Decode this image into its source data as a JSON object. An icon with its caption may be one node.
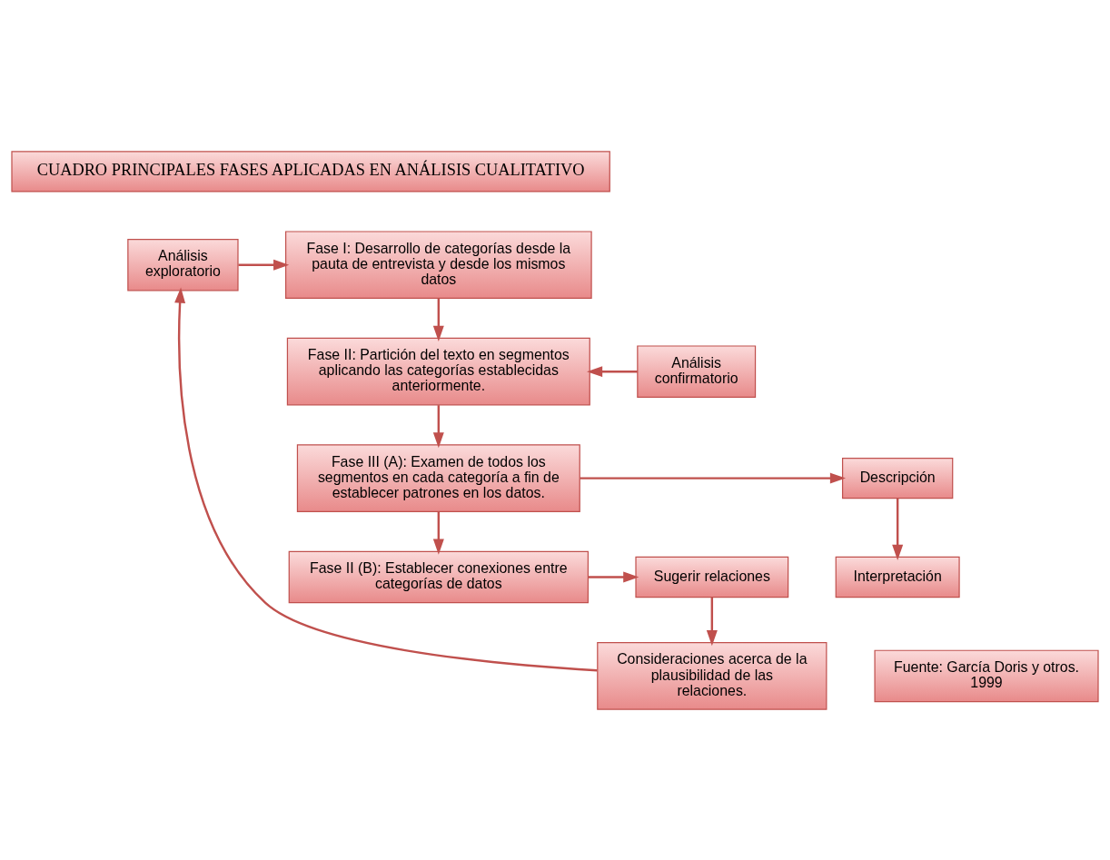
{
  "diagram": {
    "nodes": [
      {
        "text": [
          "CUADRO PRINCIPALES FASES APLICADAS EN ANÁLISIS CUALITATIVO"
        ]
      },
      {
        "text": [
          "Análisis exploratorio"
        ]
      },
      {
        "text": [
          "Fase I: Desarrollo de categorías desde la pauta de entrevista y desde los mismos datos"
        ]
      },
      {
        "text": [
          "Fase II: Partición del texto en segmentos aplicando las categorías establecidas anteriormente."
        ]
      },
      {
        "text": [
          "Análisis confirmatorio"
        ]
      },
      {
        "text": [
          "Descripción"
        ]
      },
      {
        "text": [
          "Fase III (A): Examen de todos los segmentos en cada categoría a fin de establecer patrones en los datos."
        ]
      },
      {
        "text": [
          "Interpretación"
        ]
      },
      {
        "text": [
          "Fase II (B): Establecer conexiones entre categorías de datos"
        ]
      },
      {
        "text": [
          "Sugerir relaciones"
        ]
      },
      {
        "text": [
          "Fuente: García Doris y otros. 1999"
        ]
      },
      {
        "text": [
          "Consideraciones acerca de la plausibilidad de las relaciones."
        ]
      }
    ],
    "edges": [
      {
        "from": 1,
        "to": 2,
        "arrow": "to"
      },
      {
        "from": 2,
        "to": 3,
        "arrow": "to"
      },
      {
        "from": 4,
        "to": 3,
        "arrow": "to"
      },
      {
        "from": 3,
        "to": 6,
        "arrow": "to"
      },
      {
        "from": 6,
        "to": 5,
        "arrow": "to"
      },
      {
        "from": 5,
        "to": 7,
        "arrow": "to"
      },
      {
        "from": 6,
        "to": 8,
        "arrow": "to"
      },
      {
        "from": 8,
        "to": 9,
        "arrow": "to"
      },
      {
        "from": 9,
        "to": 11,
        "arrow": "to"
      },
      {
        "from": 11,
        "to": 1,
        "arrow": "to"
      }
    ]
  }
}
